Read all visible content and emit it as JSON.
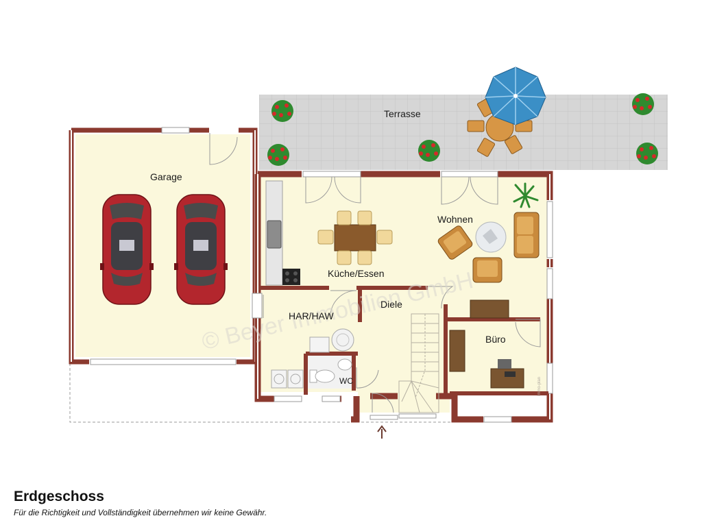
{
  "plan": {
    "rooms": {
      "terrasse": "Terrasse",
      "garage": "Garage",
      "wohnen": "Wohnen",
      "kueche": "Küche/Essen",
      "diele": "Diele",
      "har": "HAR/HAW",
      "buero": "Büro",
      "wc": "WC"
    },
    "watermark": "© Beyer Immobilien GmbH",
    "stamp": "immo-plan",
    "colors": {
      "wall": "#8b3a2f",
      "floor": "#fbf8dc",
      "terrace": "#d4d4d4",
      "car": "#b3262d",
      "umbrella": "#3b8fc6",
      "wood": "#c98a3c",
      "plant": "#2f8a2f",
      "flower": "#d42a2a"
    }
  },
  "footer": {
    "title": "Erdgeschoss",
    "disclaimer": "Für die Richtigkeit und Vollständigkeit übernehmen wir keine Gewähr."
  }
}
